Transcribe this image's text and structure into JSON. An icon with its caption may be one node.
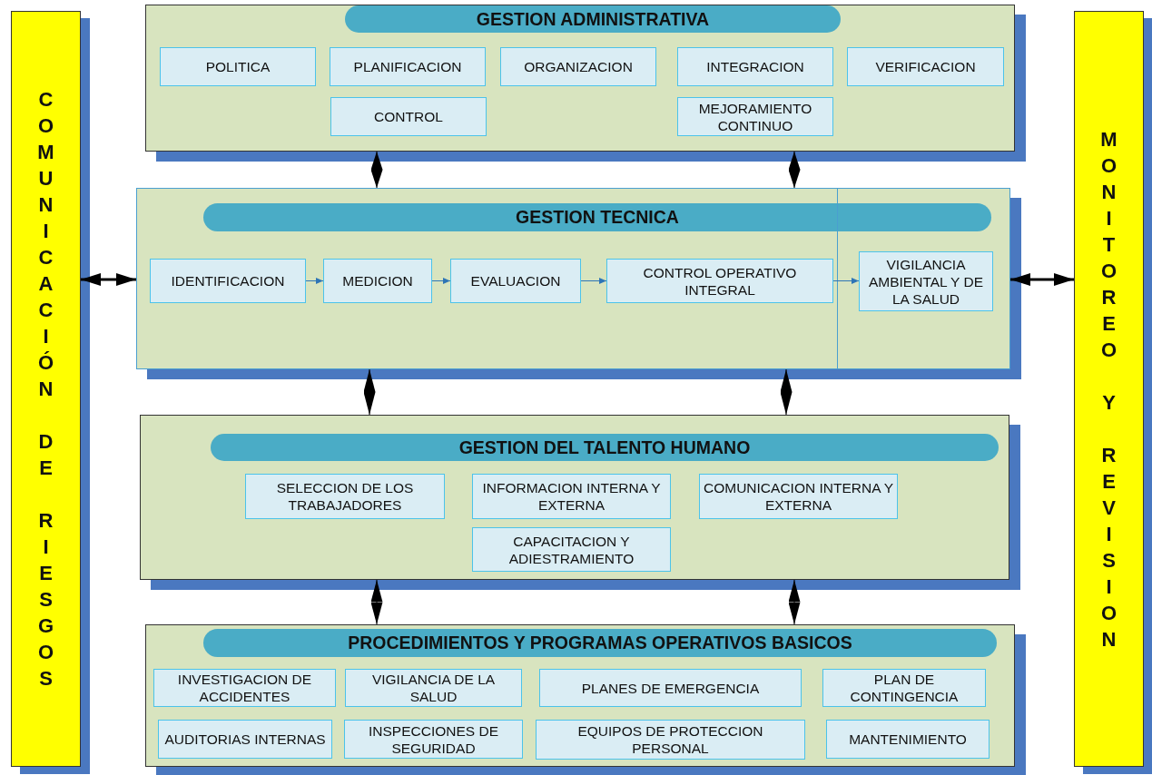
{
  "diagram": {
    "nodes": [
      {
        "text": [
          "COMUNICACIÓN DE RIESGOS"
        ]
      },
      {
        "text": [
          "GESTION ADMINISTRATIVA"
        ]
      },
      {
        "text": [
          "POLITICA"
        ],
        "in": 1
      },
      {
        "text": [
          "PLANIFICACION"
        ],
        "in": 1
      },
      {
        "text": [
          "ORGANIZACION"
        ],
        "in": 1
      },
      {
        "text": [
          "INTEGRACION"
        ],
        "in": 1
      },
      {
        "text": [
          "VERIFICACION"
        ],
        "in": 1
      },
      {
        "text": [
          "CONTROL"
        ],
        "in": 1
      },
      {
        "text": [
          "MEJORAMIENTO CONTINUO"
        ],
        "in": 1
      },
      {
        "text": [
          "GESTION TECNICA"
        ]
      },
      {
        "text": [
          "IDENTIFICACION"
        ],
        "in": 9
      },
      {
        "text": [
          "MEDICION"
        ],
        "in": 9
      },
      {
        "text": [
          "EVALUACION"
        ],
        "in": 9
      },
      {
        "text": [
          "CONTROL OPERATIVO INTEGRAL"
        ],
        "in": 9
      },
      {
        "text": [
          "VIGILANCIA AMBIENTAL Y DE LA SALUD"
        ],
        "in": 9
      },
      {
        "text": [
          "GESTION DEL TALENTO HUMANO"
        ]
      },
      {
        "text": [
          "SELECCION DE LOS TRABAJADORES"
        ],
        "in": 15
      },
      {
        "text": [
          "INFORMACION INTERNA Y EXTERNA"
        ],
        "in": 15
      },
      {
        "text": [
          "COMUNICACION INTERNA Y EXTERNA"
        ],
        "in": 15
      },
      {
        "text": [
          "CAPACITACION Y ADIESTRAMIENTO"
        ],
        "in": 15
      },
      {
        "text": [
          "PROCEDIMIENTOS Y PROGRAMAS OPERATIVOS BASICOS"
        ]
      },
      {
        "text": [
          "INVESTIGACION DE ACCIDENTES"
        ],
        "in": 20
      },
      {
        "text": [
          "VIGILANCIA DE LA SALUD"
        ],
        "in": 20
      },
      {
        "text": [
          "PLANES DE EMERGENCIA"
        ],
        "in": 20
      },
      {
        "text": [
          "PLAN DE CONTINGENCIA"
        ],
        "in": 20
      },
      {
        "text": [
          "AUDITORIAS INTERNAS"
        ],
        "in": 20
      },
      {
        "text": [
          "INSPECCIONES DE SEGURIDAD"
        ],
        "in": 20
      },
      {
        "text": [
          "EQUIPOS DE PROTECCION PERSONAL"
        ],
        "in": 20
      },
      {
        "text": [
          "MANTENIMIENTO"
        ],
        "in": 20
      },
      {
        "text": [
          "MONITOREO Y REVISION"
        ]
      }
    ],
    "edges": [
      {
        "from": 10,
        "to": 11,
        "arrow": "to",
        "color": "#2e75b6"
      },
      {
        "from": 11,
        "to": 12,
        "arrow": "to",
        "color": "#2e75b6"
      },
      {
        "from": 12,
        "to": 13,
        "arrow": "to",
        "color": "#2e75b6"
      },
      {
        "from": 13,
        "to": 14,
        "arrow": "to",
        "color": "#2e75b6"
      },
      {
        "from": 1,
        "to": 9,
        "arrow": "both",
        "color": "#000000"
      },
      {
        "from": 1,
        "to": 9,
        "arrow": "both",
        "color": "#000000"
      },
      {
        "from": 9,
        "to": 15,
        "arrow": "both",
        "color": "#000000"
      },
      {
        "from": 9,
        "to": 15,
        "arrow": "both",
        "color": "#000000"
      },
      {
        "from": 15,
        "to": 20,
        "arrow": "both",
        "color": "#000000"
      },
      {
        "from": 15,
        "to": 20,
        "arrow": "both",
        "color": "#000000"
      },
      {
        "from": 0,
        "to": 9,
        "arrow": "both",
        "style": "thick",
        "color": "#000000"
      },
      {
        "from": 9,
        "to": 29,
        "arrow": "both",
        "style": "thick",
        "color": "#000000"
      }
    ]
  }
}
